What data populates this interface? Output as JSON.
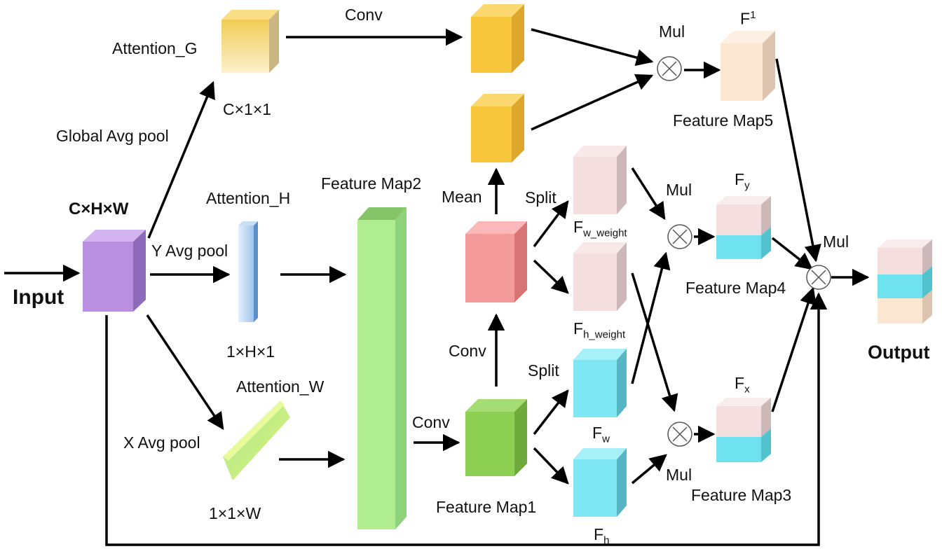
{
  "labels": {
    "input": "Input",
    "output": "Output",
    "chw": "C×H×W",
    "attention_g": "Attention_G",
    "attention_h": "Attention_H",
    "attention_w": "Attention_W",
    "c11": "C×1×1",
    "h_dim": "1×H×1",
    "w_dim": "1×1×W",
    "global_avg_pool": "Global Avg pool",
    "y_avg_pool": "Y Avg pool",
    "x_avg_pool": "X Avg pool",
    "conv_top": "Conv",
    "conv_mid": "Conv",
    "conv_low": "Conv",
    "mean": "Mean",
    "split_top": "Split",
    "split_low": "Split",
    "mul_top": "Mul",
    "mul_mid": "Mul",
    "mul_low": "Mul",
    "mul_out": "Mul",
    "fmap1": "Feature Map1",
    "fmap2": "Feature Map2",
    "fmap3": "Feature Map3",
    "fmap4": "Feature Map4",
    "fmap5": "Feature Map5",
    "f_base": "F",
    "f1_sup": "1",
    "fy_sub": "y",
    "fx_sub": "x",
    "fw_weight_sub": "w_weight",
    "fh_weight_sub": "h_weight",
    "fw_sub": "w",
    "fh_sub": "h",
    "mul_symbol": "×"
  },
  "colors": {
    "input_block": "#b98fdf",
    "attention_g": "#f2cf5e",
    "conv_yellow": "#f7c63a",
    "feature_map2": "#b0ec90",
    "feature_map1": "#8ccf52",
    "red_block": "#f59a9a",
    "pink_block": "#f4dede",
    "cyan_block": "#7fe6f3",
    "peach_block": "#fbe7d1",
    "attention_h": "#a9cdf0",
    "attention_w": "#c6ef7a"
  }
}
